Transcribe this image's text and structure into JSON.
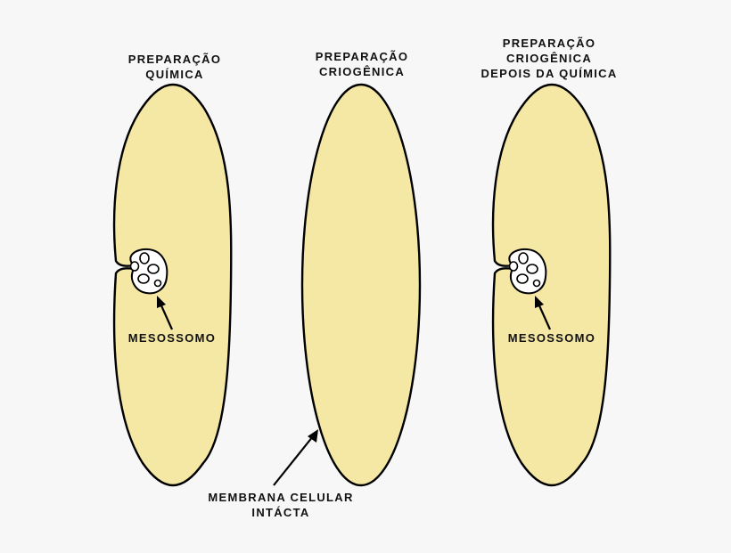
{
  "colors": {
    "background": "#f7f7f7",
    "cell_fill": "#f5e7a4",
    "outline": "#000000"
  },
  "panels": [
    {
      "title_lines": [
        "PREPARAÇÃO",
        "QUÍMICA"
      ],
      "label": "MESOSSOMO"
    },
    {
      "title_lines": [
        "PREPARAÇÃO",
        "CRIOGÊNICA"
      ],
      "label_lines": [
        "MEMBRANA CELULAR",
        "INTÁCTA"
      ]
    },
    {
      "title_lines": [
        "PREPARAÇÃO",
        "CRIOGÊNICA",
        "DEPOIS DA QUÍMICA"
      ],
      "label": "MESOSSOMO"
    }
  ]
}
